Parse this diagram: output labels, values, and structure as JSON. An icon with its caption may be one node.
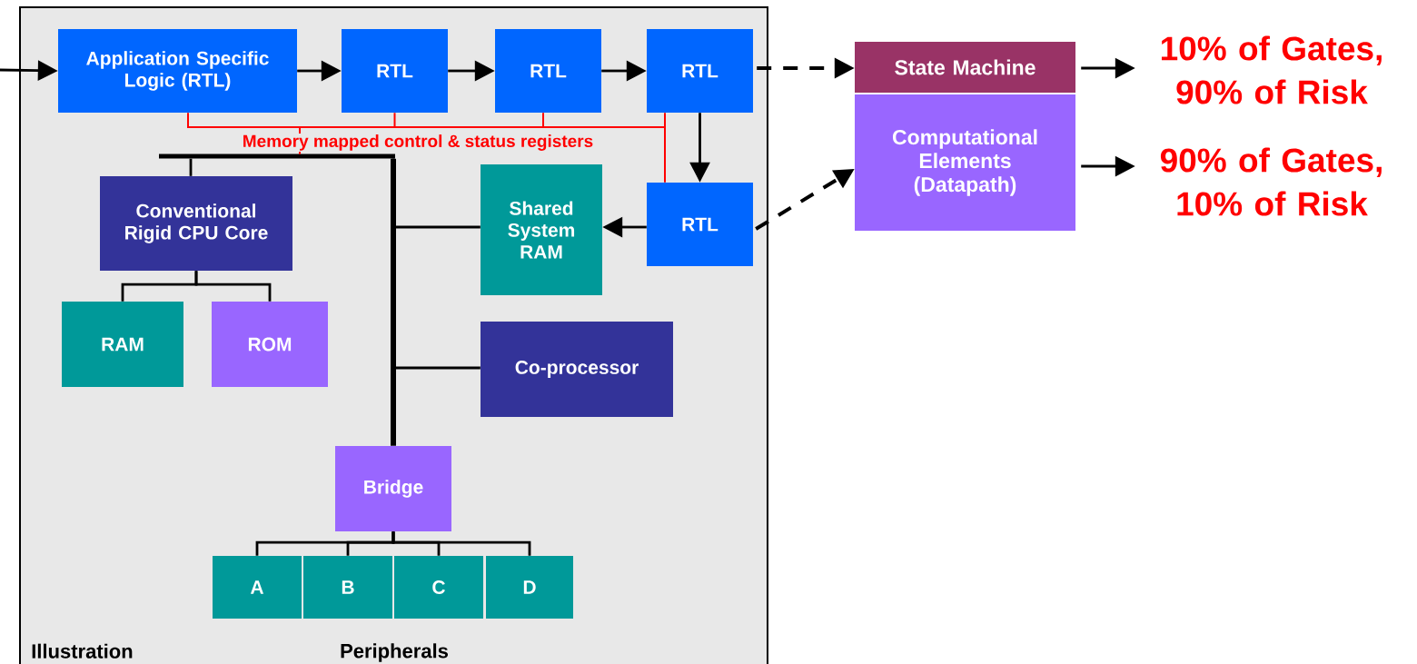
{
  "diagram": {
    "nodes": [
      {
        "text": [
          "Illustration"
        ]
      },
      {
        "text": [
          "Application Specific Logic (RTL)"
        ],
        "in": 0
      },
      {
        "text": [
          "RTL"
        ],
        "in": 0
      },
      {
        "text": [
          "RTL"
        ],
        "in": 0
      },
      {
        "text": [
          "RTL"
        ],
        "in": 0
      },
      {
        "text": [
          "RTL"
        ],
        "in": 0
      },
      {
        "text": [
          "Shared System RAM"
        ],
        "in": 0
      },
      {
        "text": [
          "Conventional Rigid CPU Core"
        ],
        "in": 0
      },
      {
        "text": [
          "RAM"
        ],
        "in": 0
      },
      {
        "text": [
          "ROM"
        ],
        "in": 0
      },
      {
        "text": [
          "Co-processor"
        ],
        "in": 0
      },
      {
        "text": [
          "Bridge"
        ],
        "in": 0
      },
      {
        "text": [
          "A"
        ],
        "in": 0
      },
      {
        "text": [
          "B"
        ],
        "in": 0
      },
      {
        "text": [
          "C"
        ],
        "in": 0
      },
      {
        "text": [
          "D"
        ],
        "in": 0
      },
      {
        "text": [
          "State Machine"
        ]
      },
      {
        "text": [
          "Computational Elements (Datapath)"
        ]
      },
      {
        "text": [
          "10% of Gates, 90% of Risk"
        ]
      },
      {
        "text": [
          "90% of Gates, 10% of Risk"
        ]
      },
      {
        "text": [],
        "shape": "bar",
        "in": 0
      }
    ],
    "edges": [
      {
        "from": null,
        "to": 1,
        "arrow": "to"
      },
      {
        "from": 1,
        "to": 2,
        "arrow": "to"
      },
      {
        "from": 2,
        "to": 3,
        "arrow": "to"
      },
      {
        "from": 3,
        "to": 4,
        "arrow": "to"
      },
      {
        "from": 4,
        "to": 5,
        "arrow": "to"
      },
      {
        "from": 5,
        "to": 6,
        "arrow": "to"
      },
      {
        "from": 4,
        "to": 16,
        "arrow": "to",
        "style": "dashed"
      },
      {
        "from": 5,
        "to": 17,
        "arrow": "to",
        "style": "dashed"
      },
      {
        "from": 16,
        "to": 18,
        "arrow": "to"
      },
      {
        "from": 17,
        "to": 19,
        "arrow": "to"
      },
      {
        "from": 20,
        "to": 7,
        "arrow": "none"
      },
      {
        "from": 20,
        "to": 6,
        "arrow": "none"
      },
      {
        "from": 20,
        "to": 10,
        "arrow": "none"
      },
      {
        "from": 20,
        "to": 11,
        "arrow": "none",
        "style": "thick"
      },
      {
        "from": 7,
        "to": 8,
        "arrow": "none"
      },
      {
        "from": 7,
        "to": 9,
        "arrow": "none"
      },
      {
        "from": 11,
        "to": 12,
        "arrow": "none"
      },
      {
        "from": 11,
        "to": 13,
        "arrow": "none"
      },
      {
        "from": 11,
        "to": 14,
        "arrow": "none"
      },
      {
        "from": 11,
        "to": 15,
        "arrow": "none"
      },
      {
        "from": 1,
        "to": 20,
        "arrow": "none",
        "color": "#ff0000",
        "label": "Memory mapped control & status registers"
      },
      {
        "from": 2,
        "to": 20,
        "arrow": "none",
        "color": "#ff0000"
      },
      {
        "from": 3,
        "to": 20,
        "arrow": "none",
        "color": "#ff0000"
      },
      {
        "from": 4,
        "to": 20,
        "arrow": "none",
        "color": "#ff0000"
      },
      {
        "from": 5,
        "to": 20,
        "arrow": "none",
        "color": "#ff0000"
      }
    ],
    "labels": [
      "Peripherals"
    ]
  }
}
